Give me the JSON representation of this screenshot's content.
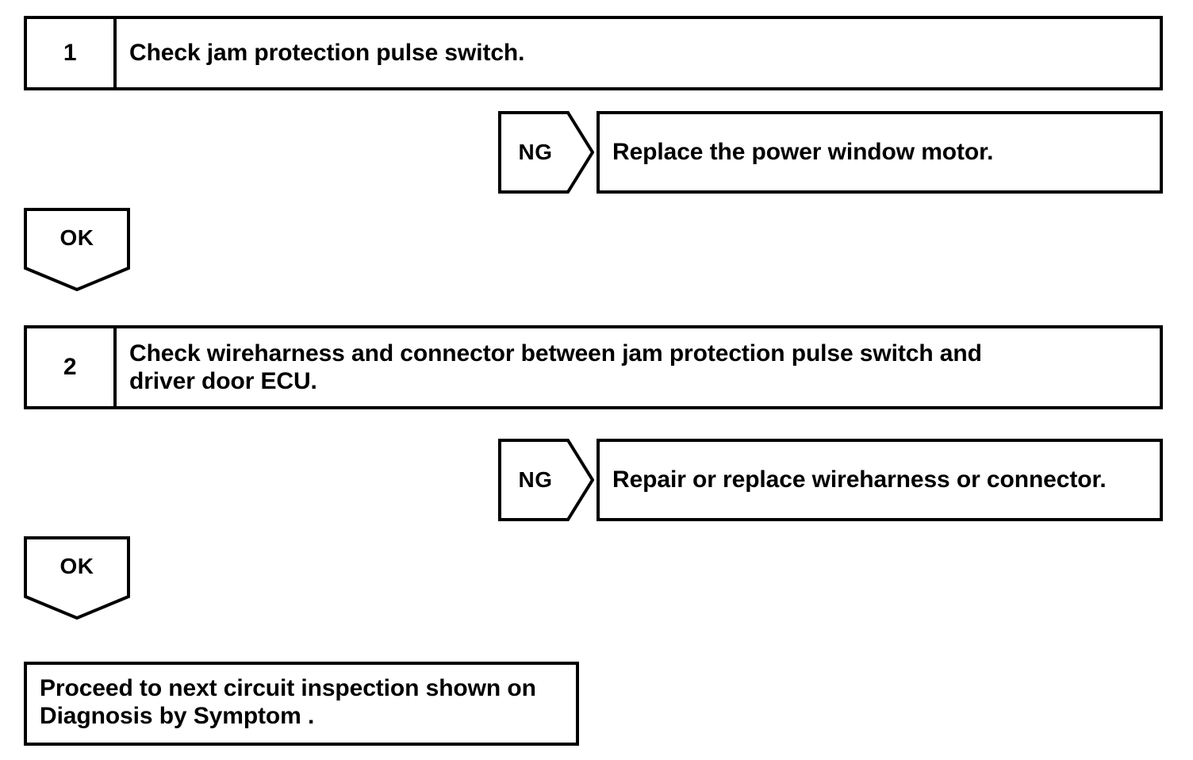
{
  "diagram": {
    "type": "troubleshooting-flowchart",
    "stroke_color": "#000000",
    "background_color": "#ffffff",
    "steps": [
      {
        "number": "1",
        "text": "Check jam protection pulse switch.",
        "branch": {
          "label": "NG",
          "action": "Replace the power window motor."
        },
        "pass": {
          "label": "OK"
        }
      },
      {
        "number": "2",
        "text": "Check wireharness and connector between jam protection pulse switch and\ndriver door ECU.",
        "branch": {
          "label": "NG",
          "action": "Repair or replace wireharness or connector."
        },
        "pass": {
          "label": "OK"
        }
      }
    ],
    "final": {
      "text": "Proceed to next circuit inspection shown on\nDiagnosis by Symptom ."
    }
  }
}
